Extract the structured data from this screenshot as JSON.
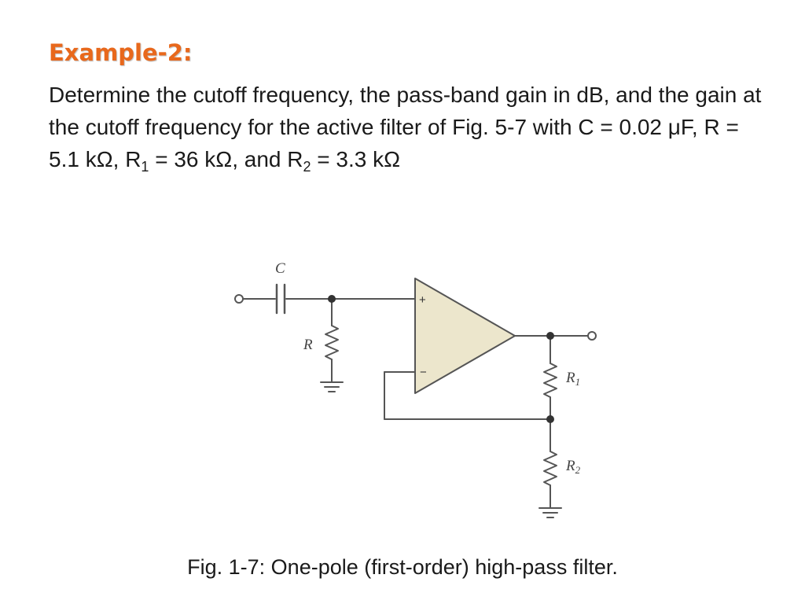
{
  "slide": {
    "heading": "Example-2:",
    "problem": {
      "text_main": "Determine the cutoff frequency, the pass-band gain in dB, and the gain at the cutoff frequency for the active filter of Fig. 5-7 with C = 0.02 μF, R = 5.1 kΩ, R",
      "r1_sub": "1",
      "text_mid": " = 36 kΩ, and R",
      "r2_sub": "2",
      "text_end": " = 3.3 kΩ"
    },
    "caption": "Fig. 1-7: One-pole (first-order) high-pass filter.",
    "colors": {
      "heading": "#e8681c",
      "opamp_fill": "#ece6cc",
      "wire": "#555555"
    }
  },
  "circuit": {
    "labels": {
      "capacitor": "C",
      "resistor": "R",
      "r1_main": "R",
      "r1_sub": "1",
      "r2_main": "R",
      "r2_sub": "2",
      "plus": "+",
      "minus": "−"
    }
  }
}
